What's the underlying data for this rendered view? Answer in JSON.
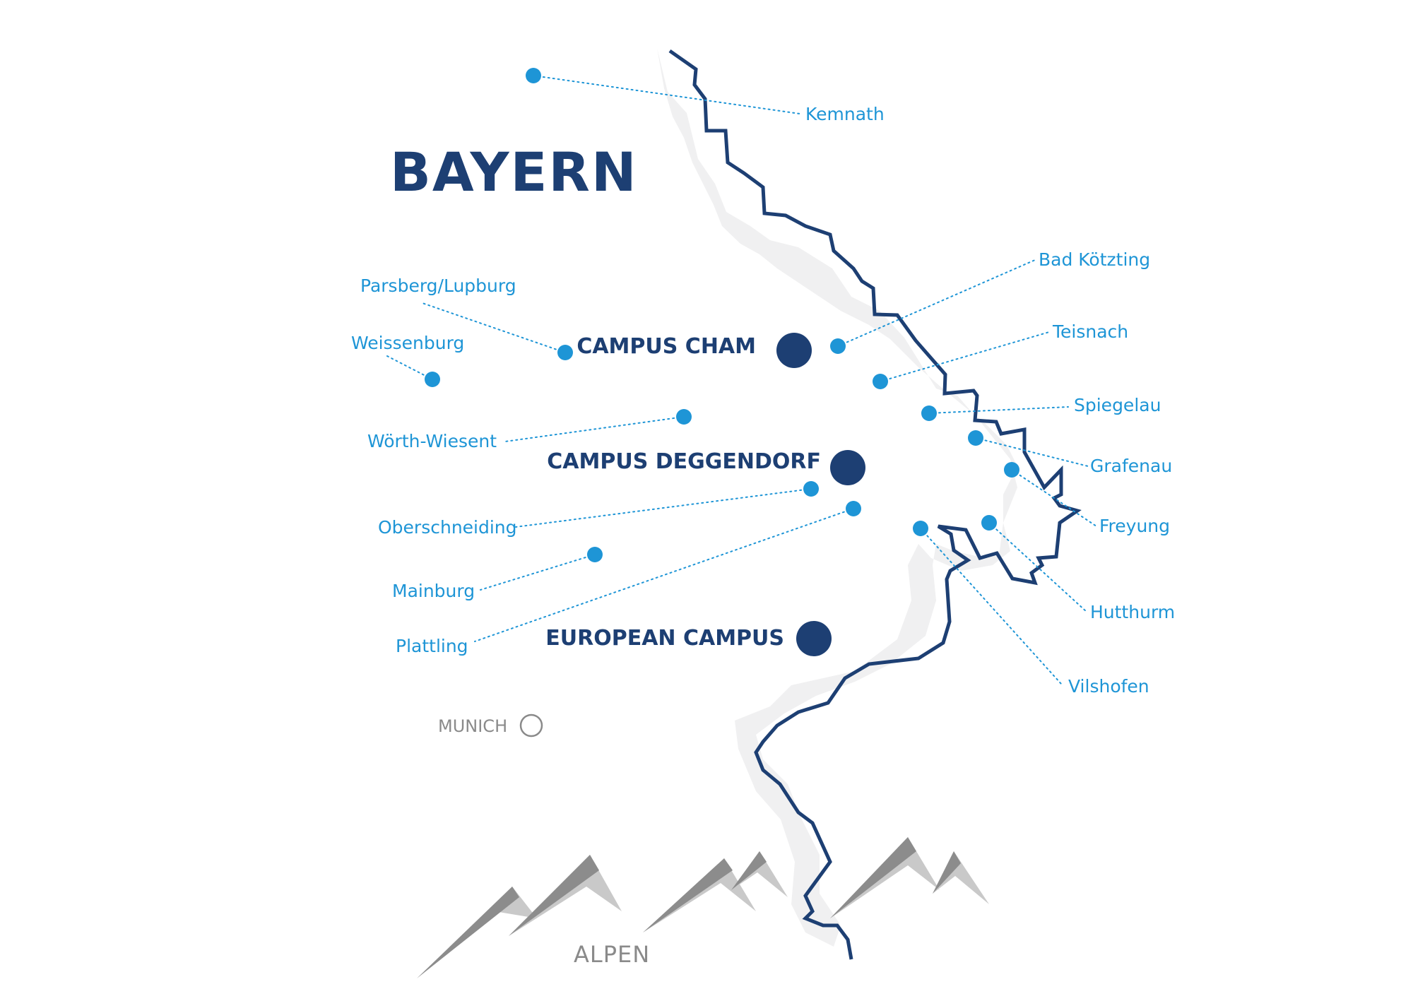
{
  "region": {
    "title": "BAYERN"
  },
  "campuses": [
    {
      "id": "cham",
      "label": "CAMPUS CHAM"
    },
    {
      "id": "deggendorf",
      "label": "CAMPUS DEGGENDORF"
    },
    {
      "id": "european",
      "label": "EUROPEAN CAMPUS"
    }
  ],
  "locations": [
    {
      "id": "kemnath",
      "label": "Kemnath"
    },
    {
      "id": "bad-koetzting",
      "label": "Bad Kötzting"
    },
    {
      "id": "teisnach",
      "label": "Teisnach"
    },
    {
      "id": "spiegelau",
      "label": "Spiegelau"
    },
    {
      "id": "grafenau",
      "label": "Grafenau"
    },
    {
      "id": "freyung",
      "label": "Freyung"
    },
    {
      "id": "hutthurm",
      "label": "Hutthurm"
    },
    {
      "id": "vilshofen",
      "label": "Vilshofen"
    },
    {
      "id": "parsberg-lupburg",
      "label": "Parsberg/Lupburg"
    },
    {
      "id": "weissenburg",
      "label": "Weissenburg"
    },
    {
      "id": "woerth-wiesent",
      "label": "Wörth-Wiesent"
    },
    {
      "id": "oberschneiding",
      "label": "Oberschneiding"
    },
    {
      "id": "mainburg",
      "label": "Mainburg"
    },
    {
      "id": "plattling",
      "label": "Plattling"
    }
  ],
  "cities": [
    {
      "id": "munich",
      "label": "MUNICH"
    }
  ],
  "mountains": {
    "label": "ALPEN"
  },
  "colors": {
    "border": "#1d3f73",
    "campus": "#1d3f73",
    "location": "#1e95d6",
    "shadow": "#f0f0f1",
    "city": "#8a8a8a",
    "mountain_dark": "#8c8c8c",
    "mountain_light": "#c9c9c9"
  }
}
